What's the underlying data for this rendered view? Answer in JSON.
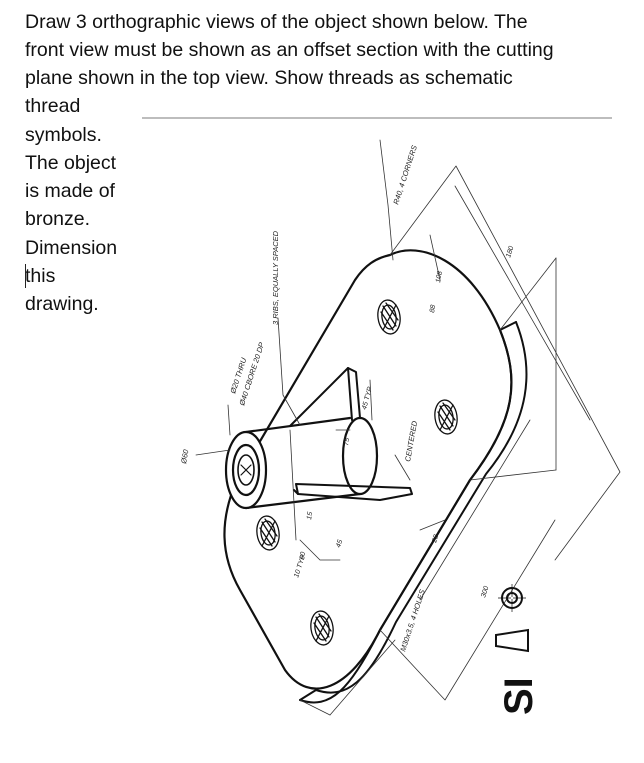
{
  "instructions": {
    "lines": [
      "Draw 3 orthographic views of the object shown below.  The",
      "front view must be shown as an offset section with the cutting",
      "plane shown in the top view.  Show threads as schematic",
      "thread"
    ],
    "side_lines": [
      "symbols.",
      "The object",
      "is made of",
      "bronze.",
      "Dimension",
      "this",
      "drawing."
    ]
  },
  "drawing": {
    "annotations": {
      "rad_corners": "R40, 4 CORNERS",
      "thru": "Ø20 THRU",
      "cbore": "Ø40 CBORE 20 DP",
      "ribs": "3 RIBS, EQUALLY SPACED",
      "dia60": "Ø60",
      "typ45": "45 TYP",
      "centered": "CENTERED",
      "holes": "M30x3.5, 4 HOLES",
      "d108": "108",
      "d180": "180",
      "d88": "88",
      "d300": "300",
      "d28": "28",
      "d45": "45",
      "d75": "75",
      "d10typ": "10 TYP",
      "d60": "60",
      "d15": "15"
    },
    "projection_symbol": "SI"
  }
}
